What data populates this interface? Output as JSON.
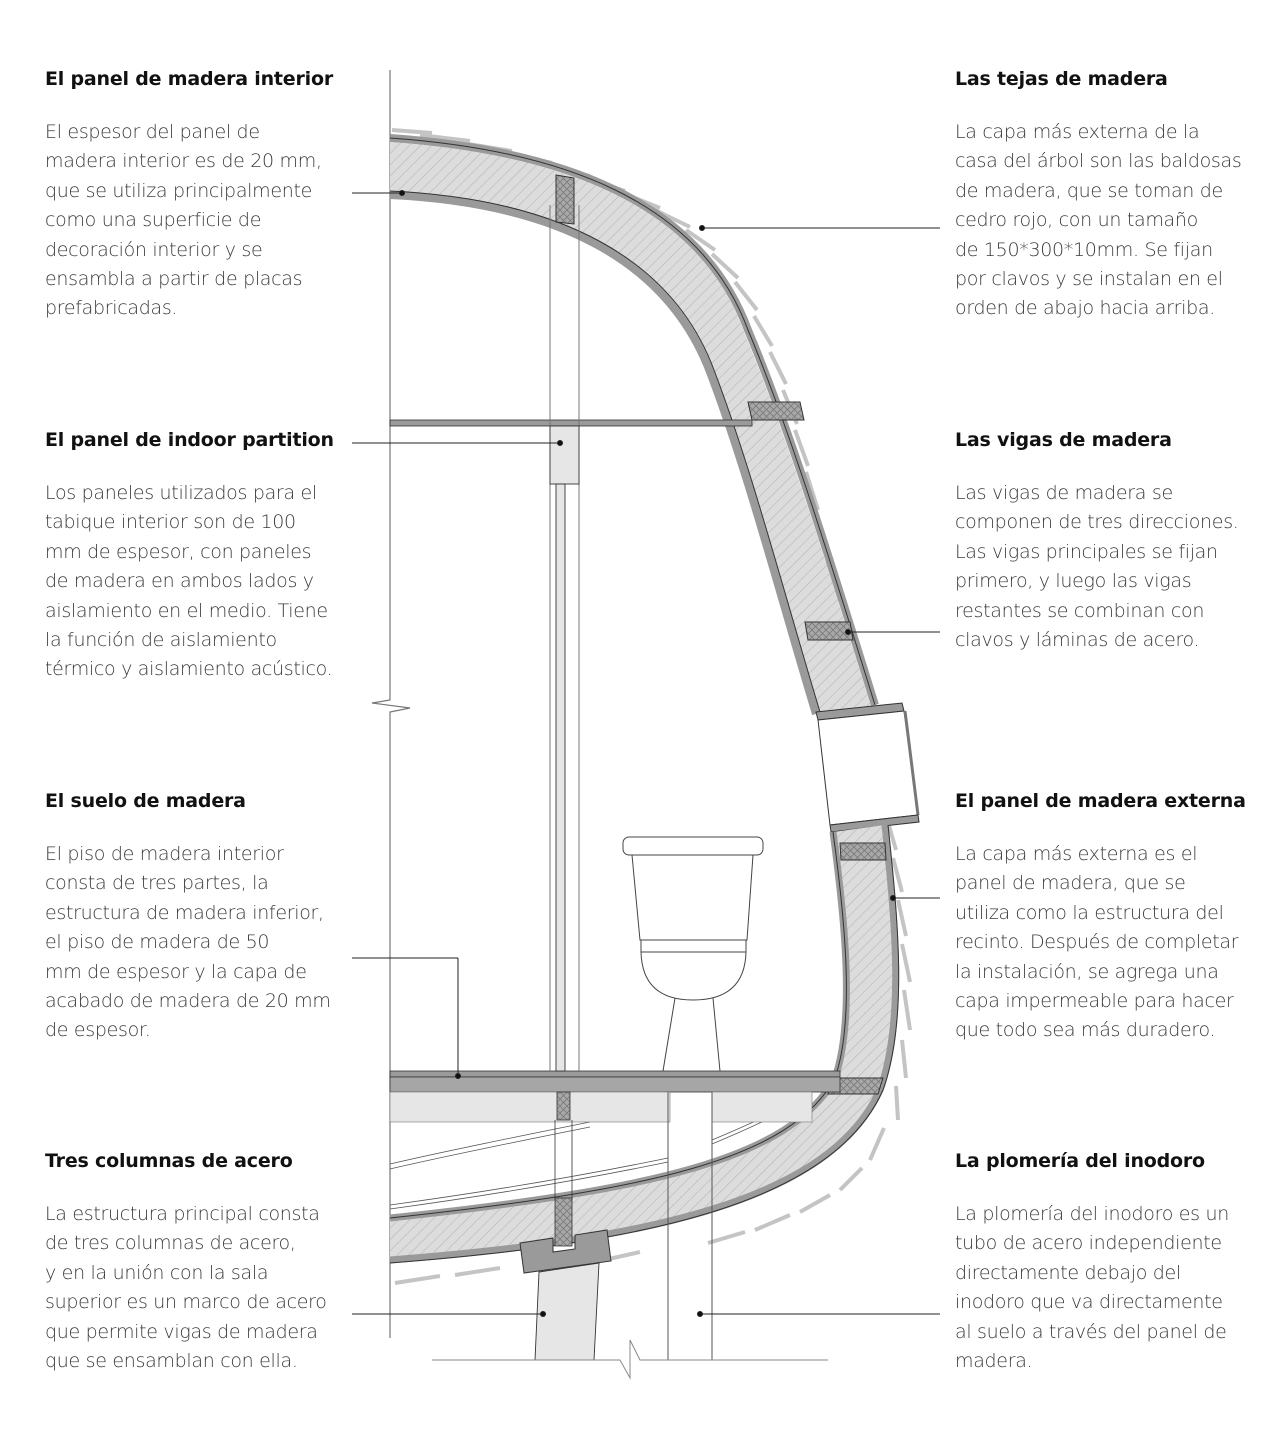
{
  "figure": {
    "type": "architectural-section",
    "subject": "casa del árbol - sección constructiva con baño"
  },
  "annotations": {
    "left": [
      {
        "title": "El panel de madera interior",
        "lines": [
          "El espesor del panel de",
          "madera interior es de 20 mm,",
          "que se utiliza principalmente",
          "como una superficie de",
          "decoración interior y se",
          "ensambla a partir de placas",
          "prefabricadas."
        ]
      },
      {
        "title": "El panel de indoor partition",
        "lines": [
          "Los paneles utilizados para el",
          "tabique interior son de 100",
          "mm de espesor, con paneles",
          "de madera en ambos lados y",
          "aislamiento en el medio. Tiene",
          "la función de aislamiento",
          "térmico y aislamiento acústico."
        ]
      },
      {
        "title": "El suelo de madera",
        "lines": [
          "El piso de madera interior",
          "consta de tres partes, la",
          "estructura de madera inferior,",
          "el piso de madera de 50",
          "mm de espesor y la capa de",
          "acabado de madera de 20 mm",
          "de espesor."
        ]
      },
      {
        "title": "Tres columnas de acero",
        "lines": [
          "La estructura principal consta",
          "de tres columnas de acero,",
          "y en la unión con la sala",
          "superior es un marco de acero",
          "que permite vigas de madera",
          "que se ensamblan con ella."
        ]
      }
    ],
    "right": [
      {
        "title": "Las tejas de madera",
        "lines": [
          "La capa más externa de la",
          "casa del árbol son las baldosas",
          "de madera, que se toman de",
          "cedro rojo, con un tamaño",
          "de 150*300*10mm. Se fijan",
          "por clavos y se instalan en el",
          "orden de abajo hacia arriba."
        ]
      },
      {
        "title": "Las vigas de madera",
        "lines": [
          "Las vigas de madera se",
          "componen de tres direcciones.",
          "Las vigas principales se fijan",
          "primero, y luego las vigas",
          "restantes se combinan con",
          "clavos y láminas de acero."
        ]
      },
      {
        "title": "El panel de madera externa",
        "lines": [
          "La capa más externa es el",
          "panel de madera, que se",
          "utiliza como la estructura del",
          "recinto. Después de completar",
          "la instalación, se agrega una",
          "capa impermeable para hacer",
          "que todo sea más duradero."
        ]
      },
      {
        "title": "La plomería del inodoro",
        "lines": [
          "La plomería del inodoro es un",
          "tubo de acero independiente",
          "directamente debajo del",
          "inodoro que va directamente",
          "al suelo a través del panel de",
          "madera."
        ]
      }
    ]
  },
  "colors": {
    "background": "#ffffff",
    "title_text": "#111111",
    "body_text": "#3a3a3a",
    "panel_dark": "#9a9a9a",
    "insulation_fill": "#d6d6d6",
    "light_fill": "#e6e6e6",
    "shingle": "#c4c4c4",
    "leader_line": "#222222"
  }
}
